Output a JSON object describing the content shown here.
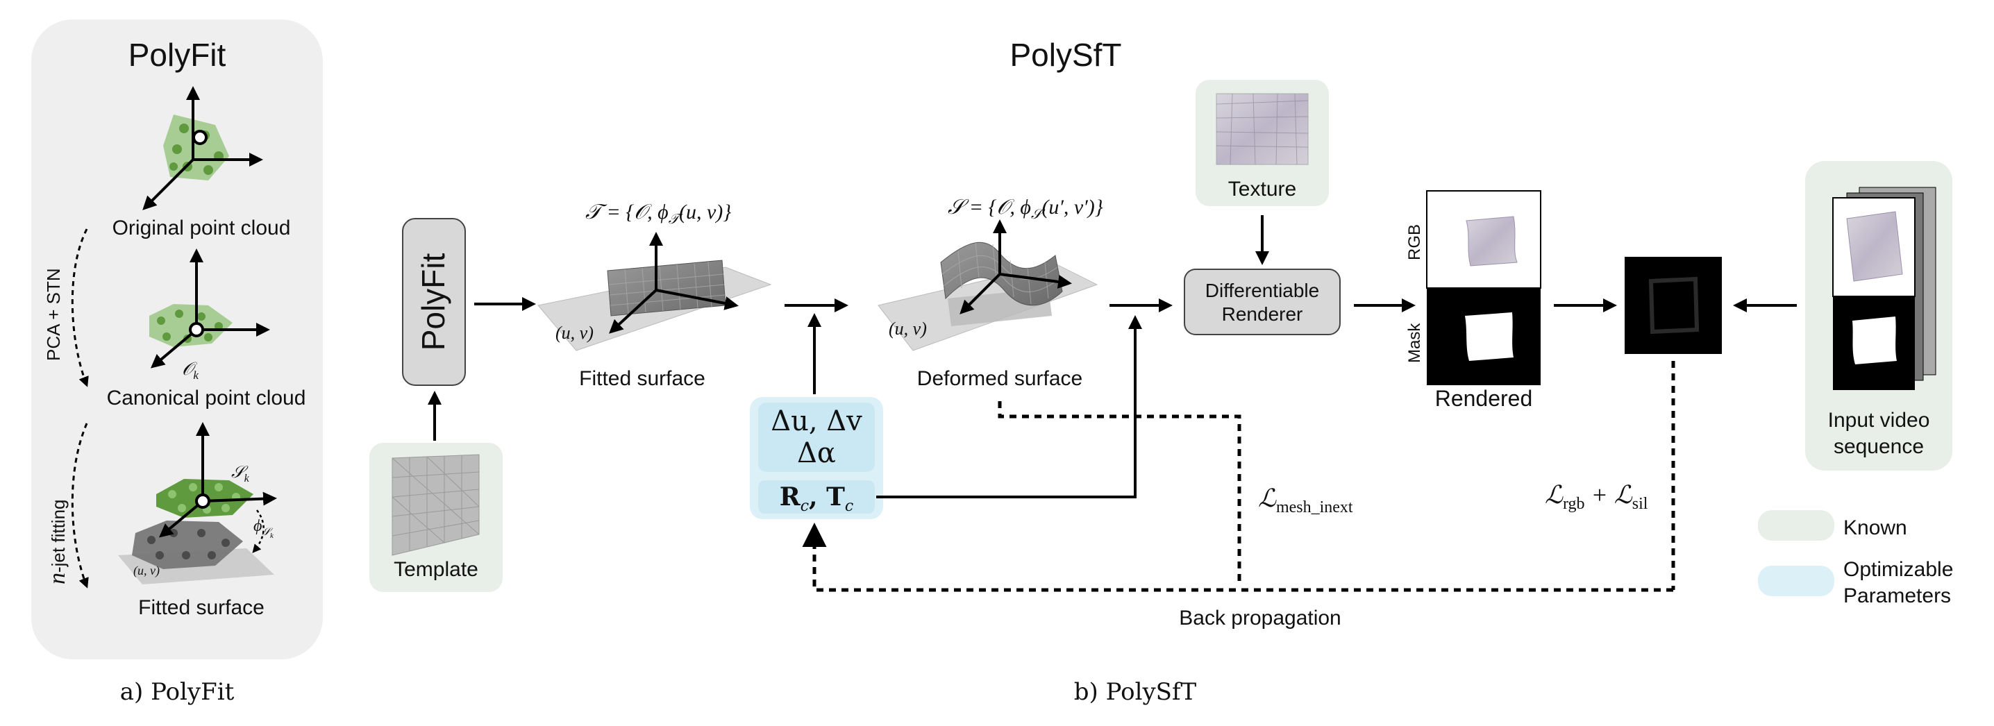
{
  "polyfit_panel": {
    "title": "PolyFit",
    "labels": {
      "original": "Original point cloud",
      "canonical": "Canonical point cloud",
      "fitted": "Fitted surface",
      "pca_stn": "PCA + STN",
      "njet_n": "n",
      "njet_rest": "-jet fitting",
      "o_k": "𝒪",
      "o_k_sub": "k",
      "s_k": "𝒮",
      "s_k_sub": "k",
      "phi": "ϕ",
      "phi_sub": "𝒮",
      "phi_subsub": "k",
      "uv": "(u, v)"
    },
    "caption": "a) PolyFit"
  },
  "polysft": {
    "title": "PolySfT",
    "caption": "b) PolySfT",
    "polyfit_box": "PolyFit",
    "template_label": "Template",
    "fitted_surface_label": "Fitted surface",
    "fitted_formula": "𝒯 = {𝒪, ϕ",
    "fitted_formula_sub": "𝒯",
    "fitted_formula_tail": "(u, v)}",
    "deformed_surface_label": "Deformed surface",
    "deformed_formula": "𝒮 = {𝒪, ϕ",
    "deformed_formula_sub": "𝒮",
    "deformed_formula_tail": "(u′, v′)}",
    "uv_label": "(u, v)",
    "params_line1": "Δu, Δv",
    "params_line2": "Δα",
    "params_line3": "R",
    "params_line3_sub": "c",
    "params_line3_mid": ", T",
    "params_line3_sub2": "c",
    "texture_label": "Texture",
    "renderer_line1": "Differentiable",
    "renderer_line2": "Renderer",
    "rgb_label": "RGB",
    "mask_label": "Mask",
    "rendered_label": "Rendered",
    "loss_mesh": "ℒ",
    "loss_mesh_sub": "mesh_inext",
    "loss_rgb": "ℒ",
    "loss_rgb_sub": "rgb",
    "loss_plus": " + ℒ",
    "loss_sil_sub": "sil",
    "backprop_label": "Back propagation",
    "input_line1": "Input video",
    "input_line2": "sequence"
  },
  "legend": {
    "known": "Known",
    "optimizable_line1": "Optimizable",
    "optimizable_line2": "Parameters"
  },
  "colors": {
    "known_bg": "#e8efe8",
    "optimizable_bg": "#dcf0f8",
    "panel_bg": "#efefef",
    "polyfit_box": "#d8d8d8",
    "green_light": "#9fc98a",
    "green_dark": "#5f9a3e",
    "gray_surface": "#8a8a8a"
  }
}
